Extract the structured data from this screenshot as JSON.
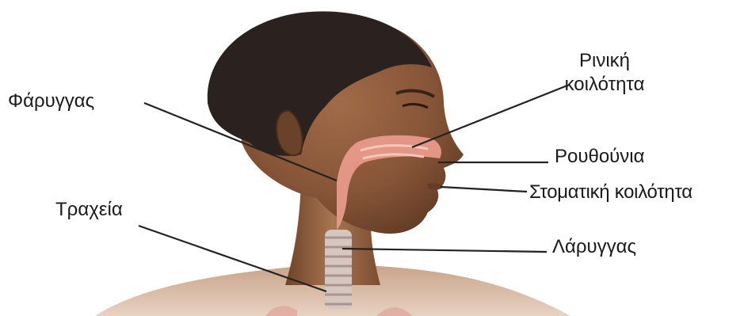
{
  "labels": {
    "pharynx": "Φάρυγγας",
    "nasal_cavity_line1": "Ρινική",
    "nasal_cavity_line2": "κοιλότητα",
    "nostrils": "Ρουθούνια",
    "oral_cavity": "Στοματική κοιλότητα",
    "trachea": "Τραχεία",
    "larynx": "Λάρυγγας"
  },
  "colors": {
    "skin": "#8a5a3c",
    "skin_dark": "#5e3a24",
    "hair": "#2b2220",
    "airway": "#e89a8a",
    "leader_line": "#222222"
  }
}
